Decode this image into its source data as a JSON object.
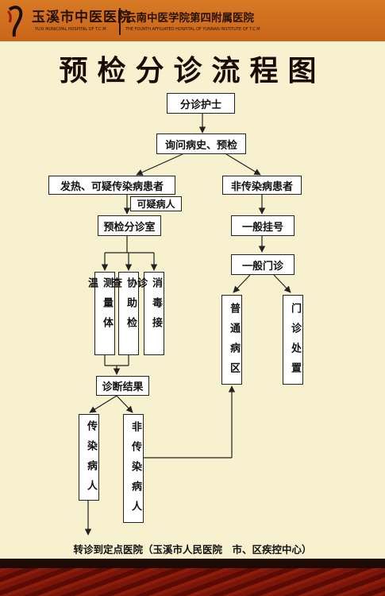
{
  "header": {
    "hospital_cn": "玉溪市中医医院",
    "hospital_en": "YUXI MUNICIPAL HOSPITAL OF T.C.M",
    "affiliate_cn": "云南中医学院第四附属医院",
    "affiliate_en": "THE FOURTH AFFILIATED HOSPITAL OF YUNNAN INSTITUTE OF T.C.M",
    "logo_icon": "hospital-logo-icon"
  },
  "title": "预检分诊流程图",
  "nodes": {
    "nurse": "分诊护士",
    "inquiry": "询问病史、预检",
    "fever": "发热、可疑传染病患者",
    "suspect": "可疑病人",
    "nonInfectious": "非传染病患者",
    "pretriageRoom": "预检分诊室",
    "register": "一般挂号",
    "clinic": "一般门诊",
    "temp": "测量体温",
    "assist": "协助检查",
    "disinfect": "消毒接诊",
    "ward": "普通病区",
    "outpatient": "门诊处置",
    "result": "诊断结果",
    "infectious": "传染病人",
    "nonInfectiousPatient": "非传染病人"
  },
  "bottom_text": "转诊到定点医院（玉溪市人民医院　市、区疾控中心）",
  "colors": {
    "header": "#d77a24",
    "background": "#f7f1cf",
    "footer": "#7a1509"
  }
}
